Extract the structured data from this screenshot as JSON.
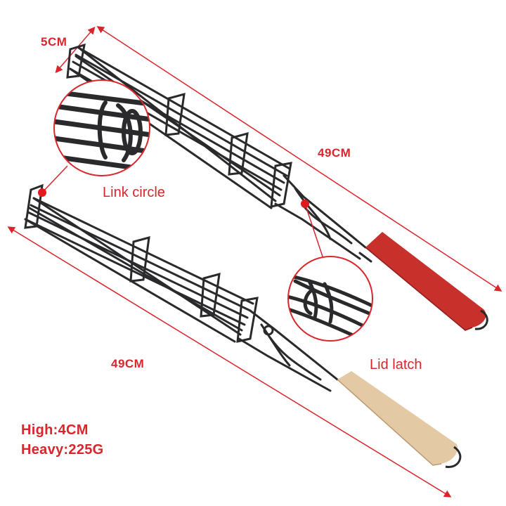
{
  "dimensions": {
    "width": "5CM",
    "length_top": "49CM",
    "length_bottom": "49CM"
  },
  "callouts": {
    "link_circle": "Link circle",
    "lid_latch": "Lid latch"
  },
  "specs": {
    "high": "High:4CM",
    "heavy": "Heavy:225G"
  },
  "colors": {
    "accent": "#d9252b",
    "wire": "#2a2a2d",
    "red_handle": "#c8302c",
    "wood_handle": "#e3c9a4"
  }
}
